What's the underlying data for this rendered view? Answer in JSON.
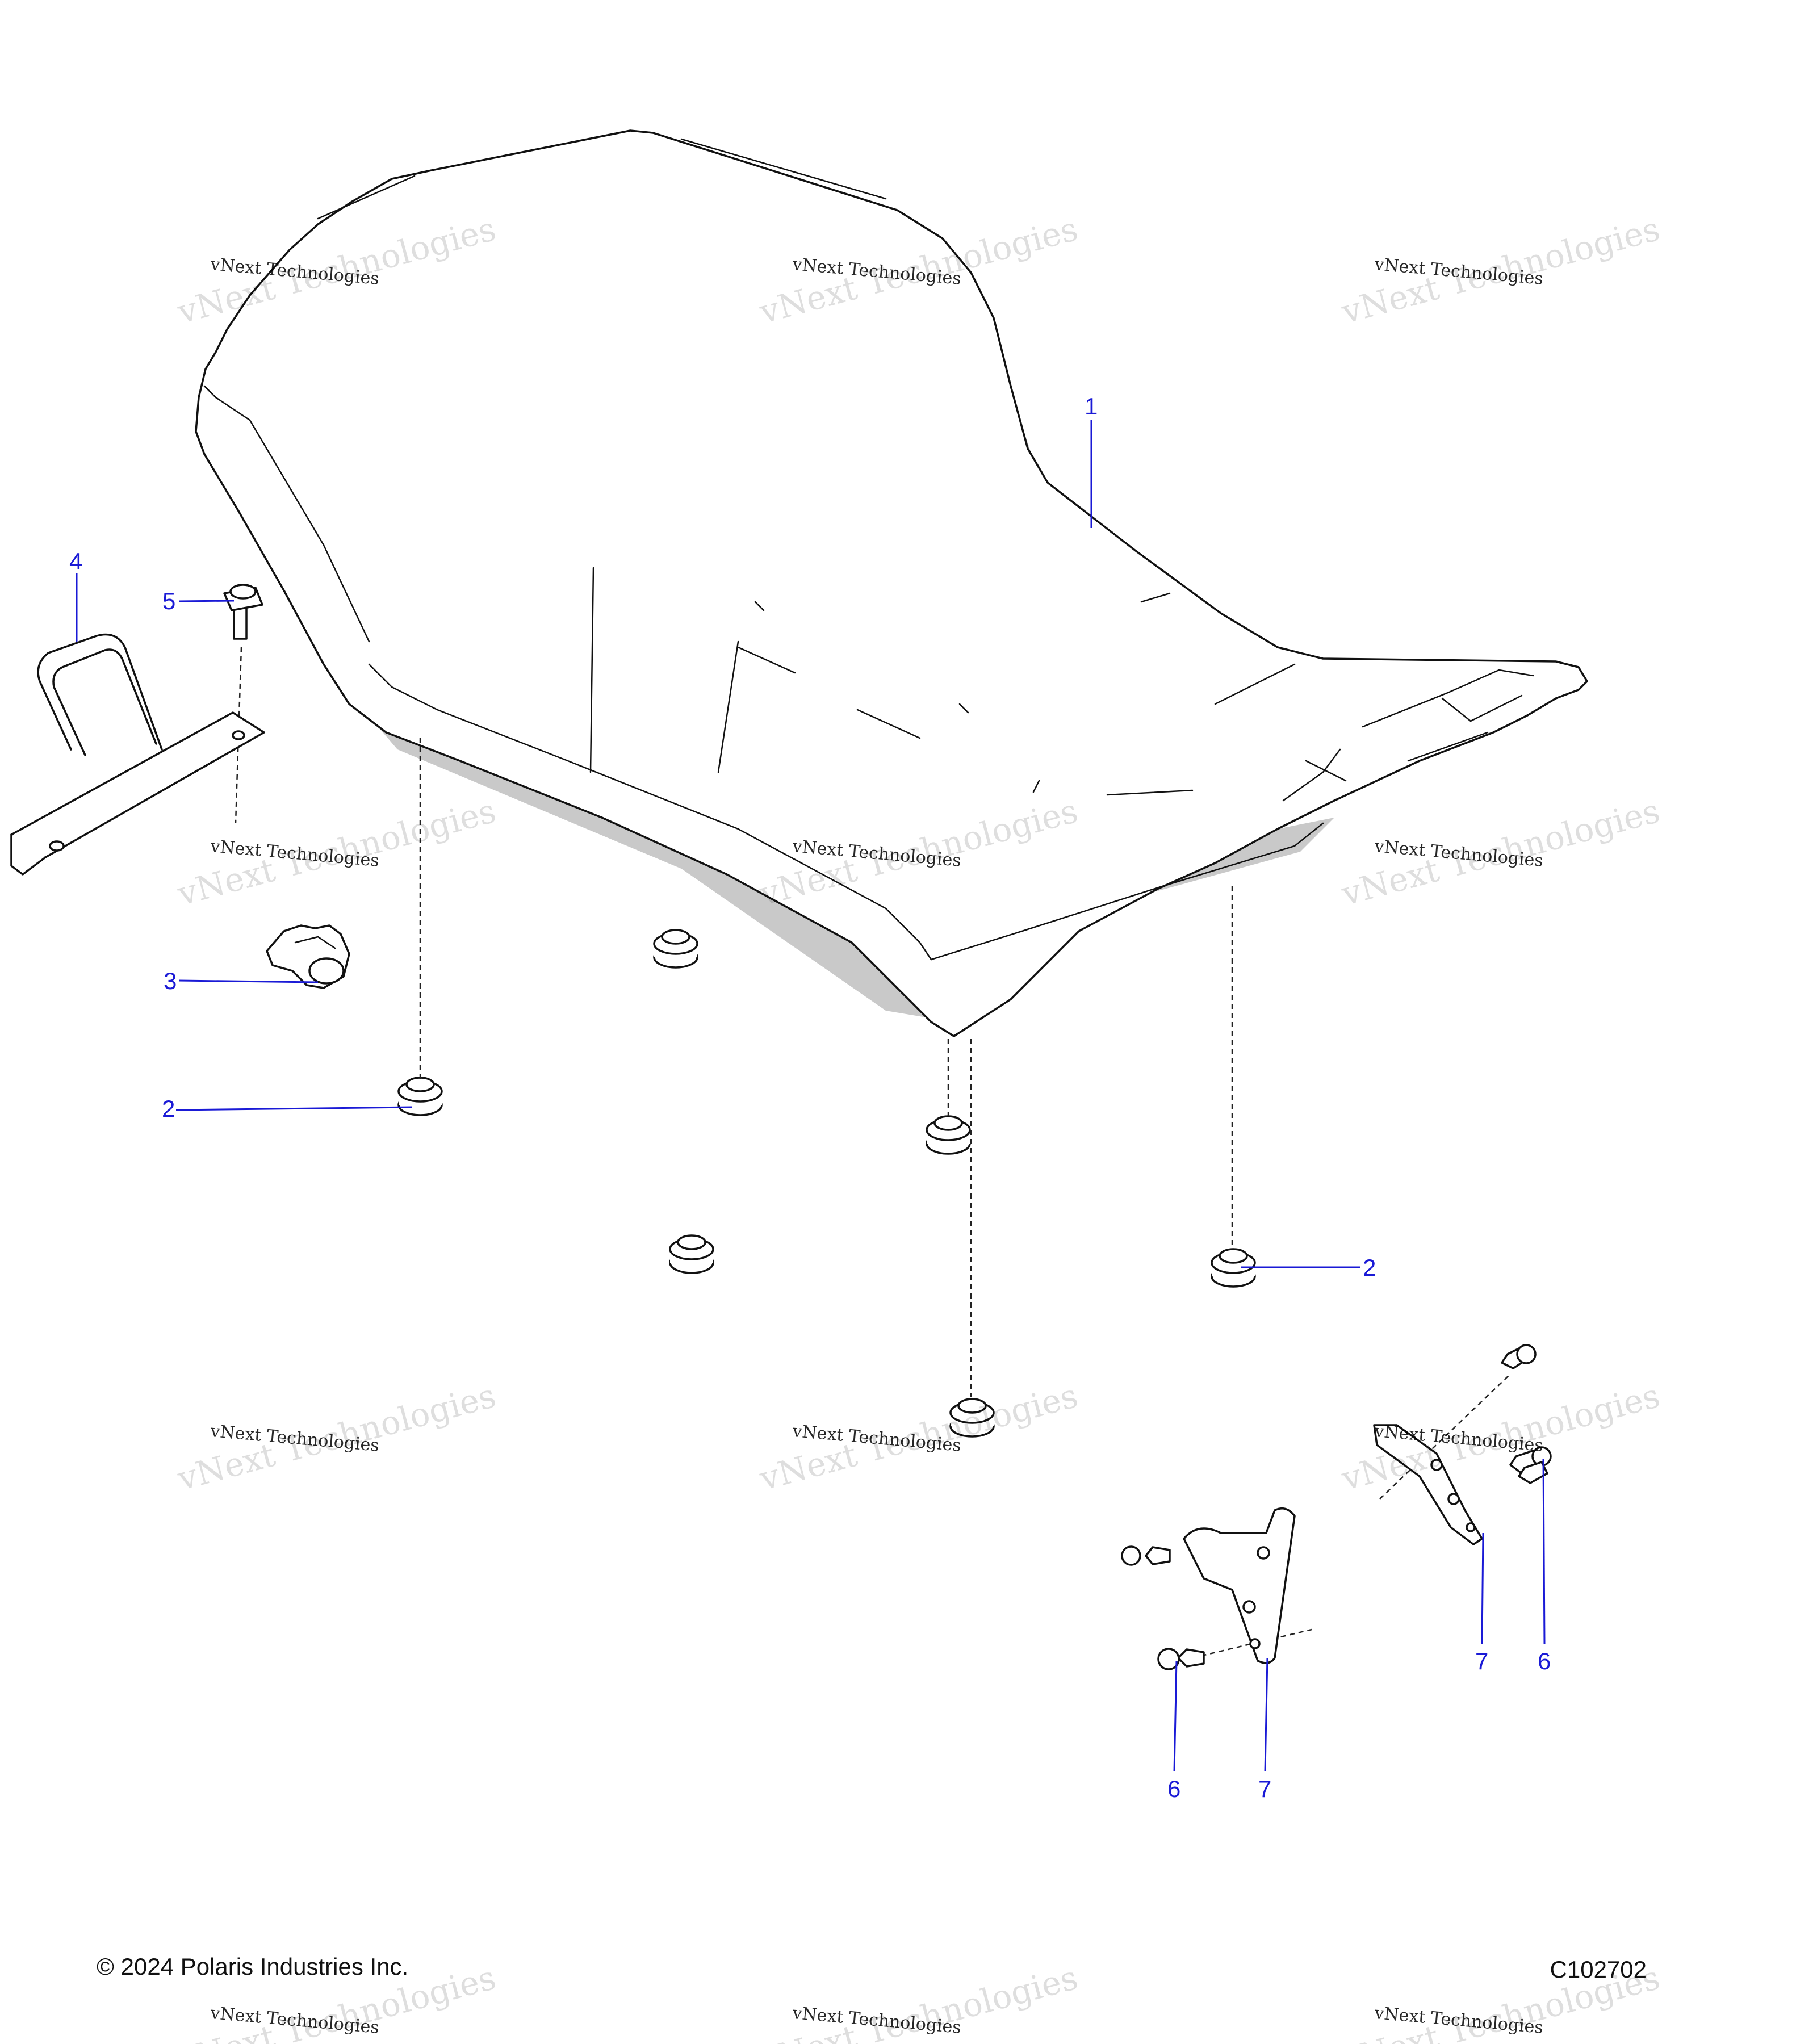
{
  "callouts": {
    "c1": "1",
    "c2a": "2",
    "c2b": "2",
    "c3": "3",
    "c4": "4",
    "c5": "5",
    "c6a": "6",
    "c6b": "6",
    "c7a": "7",
    "c7b": "7"
  },
  "watermark": {
    "line1": "vNext Technologies",
    "big": "vNext Technologies"
  },
  "footer": {
    "copyright": "© 2024 Polaris Industries Inc.",
    "diagram_id": "C102702"
  }
}
